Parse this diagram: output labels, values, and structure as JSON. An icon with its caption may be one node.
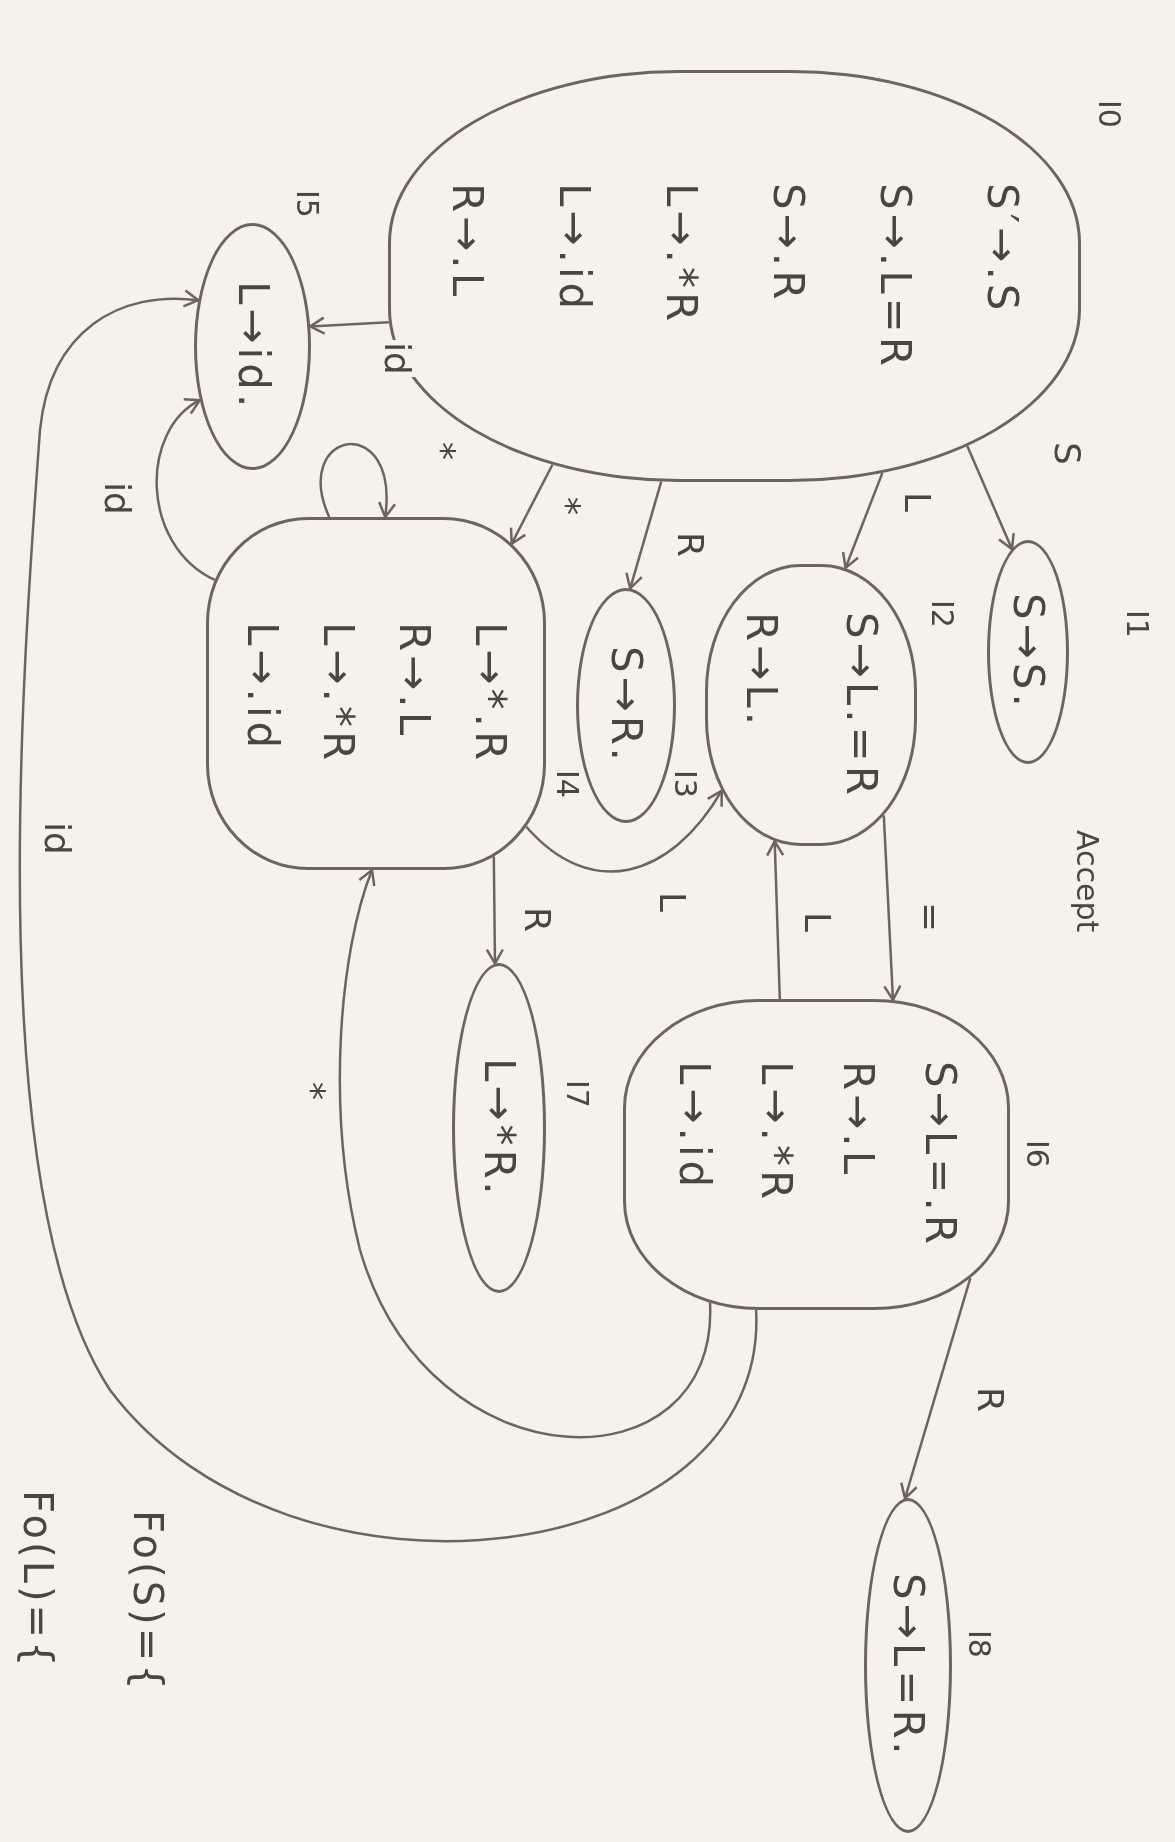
{
  "diagram": {
    "nodes": [
      {
        "text": [
          "S′→.S",
          "S→.L=R",
          "S→.R",
          "L→.*R",
          "L→.id",
          "R→.L"
        ],
        "beside": [
          "I0"
        ]
      },
      {
        "text": [
          "S→S."
        ],
        "beside": [
          "I1",
          "Accept"
        ]
      },
      {
        "text": [
          "S→L.=R",
          "R→L."
        ],
        "beside": [
          "I2"
        ]
      },
      {
        "text": [
          "S→R."
        ],
        "beside": [
          "I3"
        ]
      },
      {
        "text": [
          "L→*.R",
          "R→.L",
          "L→.*R",
          "L→.id"
        ],
        "beside": [
          "I4"
        ]
      },
      {
        "text": [
          "L→id."
        ],
        "beside": [
          "I5"
        ]
      },
      {
        "text": [
          "S→L=.R",
          "R→.L",
          "L→.*R",
          "L→.id"
        ],
        "beside": [
          "I6"
        ]
      },
      {
        "text": [
          "L→*R."
        ],
        "beside": [
          "I7"
        ]
      },
      {
        "text": [
          "S→L=R."
        ],
        "beside": [
          "I8"
        ]
      }
    ],
    "edges": [
      {
        "from": 0,
        "to": 1,
        "arrow": "to",
        "label": "S"
      },
      {
        "from": 0,
        "to": 2,
        "arrow": "to",
        "label": "L"
      },
      {
        "from": 0,
        "to": 3,
        "arrow": "to",
        "label": "R"
      },
      {
        "from": 0,
        "to": 4,
        "arrow": "to",
        "label": "*"
      },
      {
        "from": 0,
        "to": 5,
        "arrow": "to",
        "label": "id"
      },
      {
        "from": 4,
        "to": 4,
        "arrow": "to",
        "label": "*"
      },
      {
        "from": 4,
        "to": 5,
        "arrow": "to",
        "label": "id"
      },
      {
        "from": 4,
        "to": 7,
        "arrow": "to",
        "label": "R"
      },
      {
        "from": 4,
        "to": 2,
        "arrow": "to",
        "label": "L"
      },
      {
        "from": 2,
        "to": 6,
        "arrow": "to",
        "label": "="
      },
      {
        "from": 6,
        "to": 2,
        "arrow": "to",
        "label": "L"
      },
      {
        "from": 6,
        "to": 8,
        "arrow": "to",
        "label": "R"
      },
      {
        "from": 6,
        "to": 4,
        "arrow": "to",
        "label": "*"
      },
      {
        "from": 6,
        "to": 5,
        "arrow": "to",
        "label": "id"
      }
    ],
    "labels": [
      "Fo(S)={",
      "Fo(L)={"
    ]
  }
}
